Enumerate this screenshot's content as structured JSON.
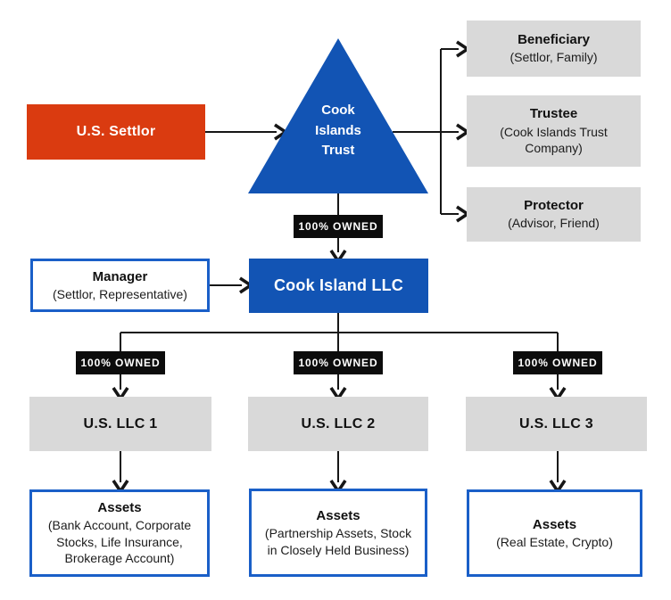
{
  "colors": {
    "blue": "#1254b4",
    "blue-border": "#1a5fc8",
    "red": "#da3b10",
    "gray": "#d9d9d9",
    "badge": "#0c0c0c",
    "line": "#161616"
  },
  "nodes": {
    "settlor": {
      "label": "U.S. Settlor"
    },
    "trust": {
      "label": "Cook Islands Trust"
    },
    "beneficiary": {
      "title": "Beneficiary",
      "subtitle": "(Settlor, Family)"
    },
    "trustee": {
      "title": "Trustee",
      "subtitle": "(Cook Islands Trust Company)"
    },
    "protector": {
      "title": "Protector",
      "subtitle": "(Advisor, Friend)"
    },
    "manager": {
      "title": "Manager",
      "subtitle": "(Settlor, Representative)"
    },
    "cook_llc": {
      "label": "Cook Island LLC"
    },
    "llc1": {
      "label": "U.S. LLC 1"
    },
    "llc2": {
      "label": "U.S. LLC 2"
    },
    "llc3": {
      "label": "U.S. LLC 3"
    },
    "assets1": {
      "title": "Assets",
      "subtitle": "(Bank Account, Corporate Stocks, Life Insurance, Brokerage Account)"
    },
    "assets2": {
      "title": "Assets",
      "subtitle": "(Partnership Assets, Stock in Closely Held Business)"
    },
    "assets3": {
      "title": "Assets",
      "subtitle": "(Real Estate, Crypto)"
    }
  },
  "labels": {
    "owned": "100% OWNED"
  }
}
